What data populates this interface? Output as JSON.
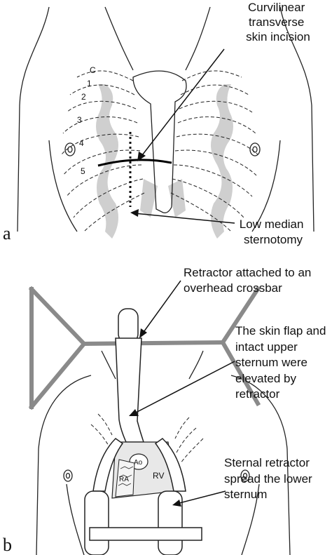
{
  "panel_a": {
    "letter": "a",
    "label_incision": [
      "Curvilinear",
      "transverse",
      "skin incision"
    ],
    "label_sternotomy": [
      "Low median",
      "sternotomy"
    ],
    "rib_numbers": [
      "C",
      "1",
      "2",
      "3",
      "4",
      "5"
    ]
  },
  "panel_b": {
    "letter": "b",
    "label_retractor": [
      "Retractor attached to an",
      "overhead crossbar"
    ],
    "label_flap": [
      "The skin flap and",
      "intact upper",
      "sternum were",
      "elevated by",
      "retractor"
    ],
    "label_sternal": [
      "Sternal retractor",
      "spread the lower",
      "sternum"
    ],
    "heart_labels": [
      "Ao",
      "RA",
      "RV"
    ]
  },
  "colors": {
    "line": "#222222",
    "bone_shade": "#cfcfcf",
    "crossbar": "#8a8a8a"
  }
}
